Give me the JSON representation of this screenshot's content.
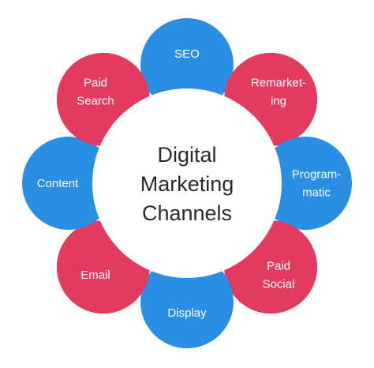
{
  "center_title": [
    "Digital",
    "Marketing",
    "Channels"
  ],
  "colors": {
    "blue": "#2a8ee3",
    "red": "#e33b5e",
    "center_fill": "#ffffff",
    "text_light": "#ffffff",
    "text_dark": "#2b2b2b"
  },
  "channels": [
    {
      "lines": [
        "SEO"
      ],
      "color": "blue"
    },
    {
      "lines": [
        "Remarket-",
        "ing"
      ],
      "color": "red"
    },
    {
      "lines": [
        "Program-",
        "matic"
      ],
      "color": "blue"
    },
    {
      "lines": [
        "Paid",
        "Social"
      ],
      "color": "red"
    },
    {
      "lines": [
        "Display"
      ],
      "color": "blue"
    },
    {
      "lines": [
        "Email"
      ],
      "color": "red"
    },
    {
      "lines": [
        "Content"
      ],
      "color": "blue"
    },
    {
      "lines": [
        "Paid",
        "Search"
      ],
      "color": "red"
    }
  ]
}
